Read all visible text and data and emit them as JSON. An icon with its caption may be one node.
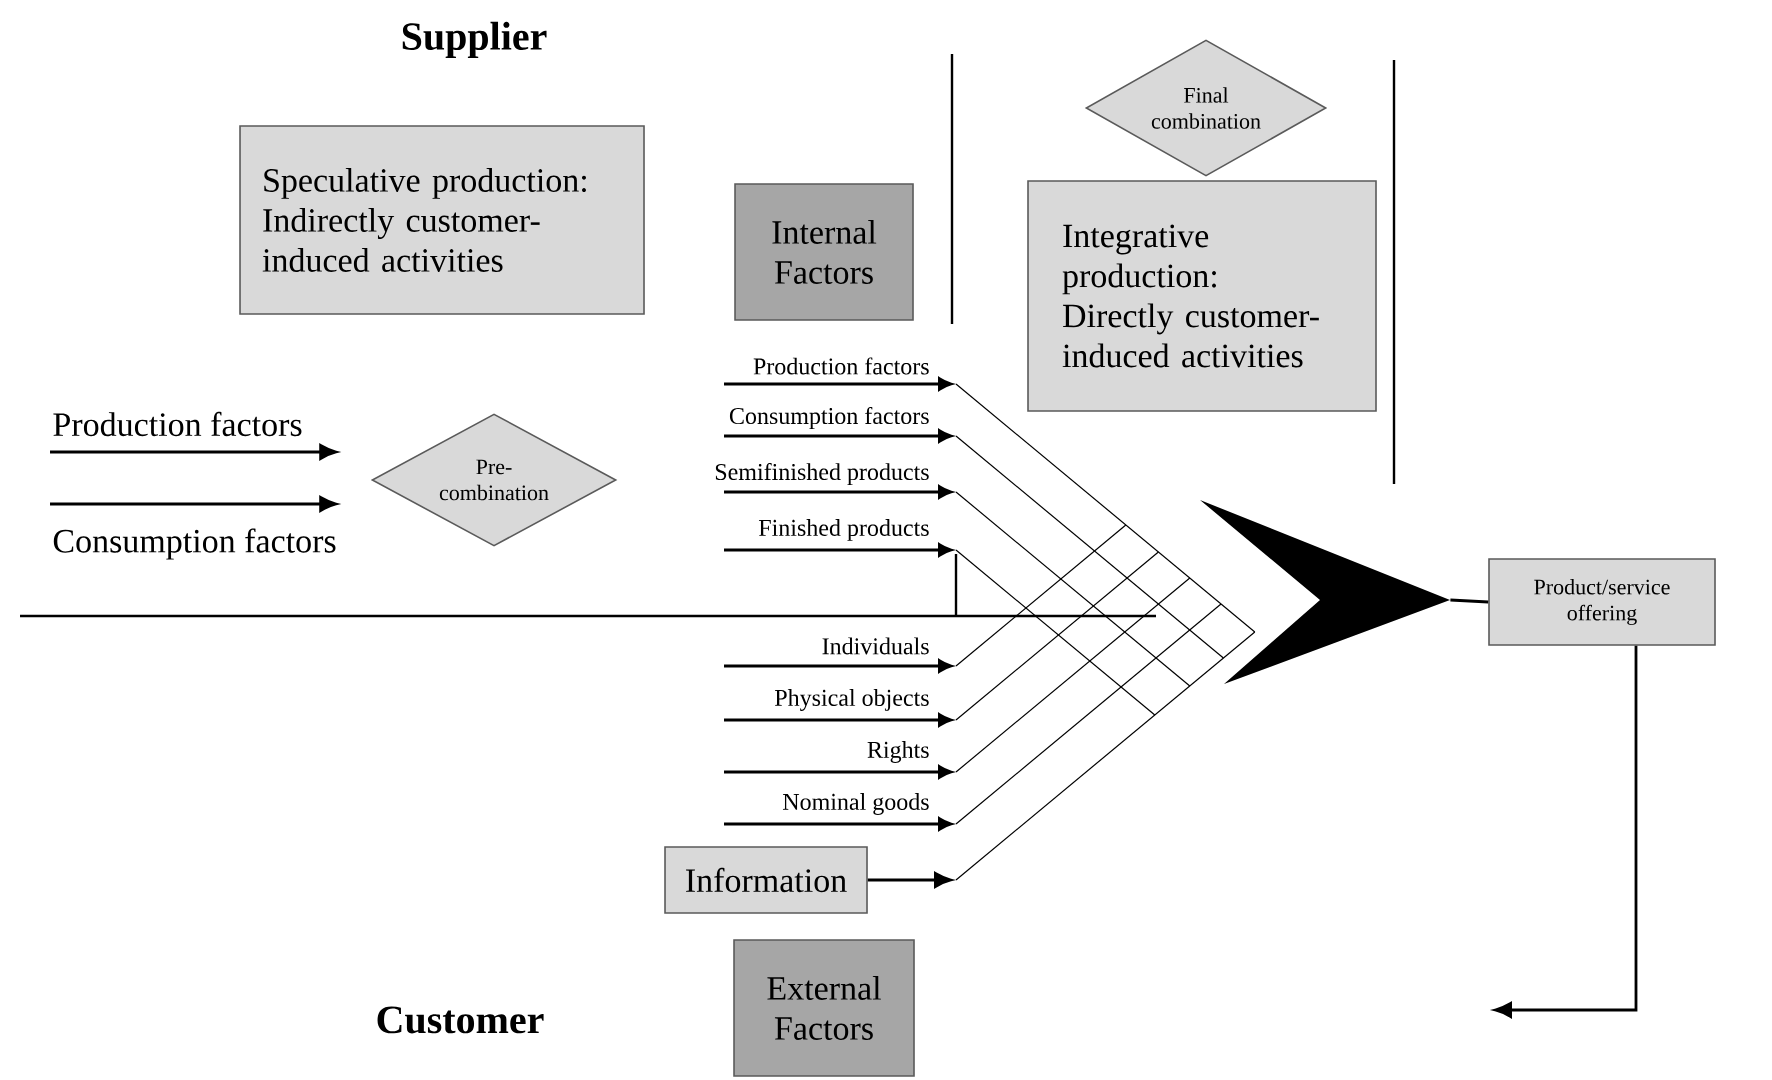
{
  "diagram": {
    "nodes": [
      {
        "text": [
          "Speculative production: Indirectly customer-induced activities"
        ]
      },
      {
        "text": [
          "Internal Factors"
        ]
      },
      {
        "text": [
          "Final combination"
        ]
      },
      {
        "text": [
          "Integrative production: Directly customer-induced activities"
        ]
      },
      {
        "text": [
          "Pre-combination"
        ]
      },
      {
        "text": [
          "Product/service offering"
        ]
      },
      {
        "text": [
          "Information"
        ]
      },
      {
        "text": [
          "External Factors"
        ]
      },
      {
        "text": [],
        "shape": "chevron"
      }
    ],
    "edges": [
      {
        "from": null,
        "to": 4,
        "arrow": "to",
        "label": "Production factors"
      },
      {
        "from": null,
        "to": 4,
        "arrow": "to",
        "label": "Consumption factors"
      },
      {
        "from": 6,
        "to": null,
        "arrow": "to"
      },
      {
        "from": 8,
        "to": 5,
        "arrow": "none"
      },
      {
        "from": 5,
        "to": null,
        "arrow": "to"
      }
    ],
    "labels": [
      "Supplier",
      "Production factors",
      "Consumption factors",
      "Semifinished products",
      "Finished products",
      "Individuals",
      "Physical objects",
      "Rights",
      "Nominal goods",
      "Customer"
    ]
  }
}
